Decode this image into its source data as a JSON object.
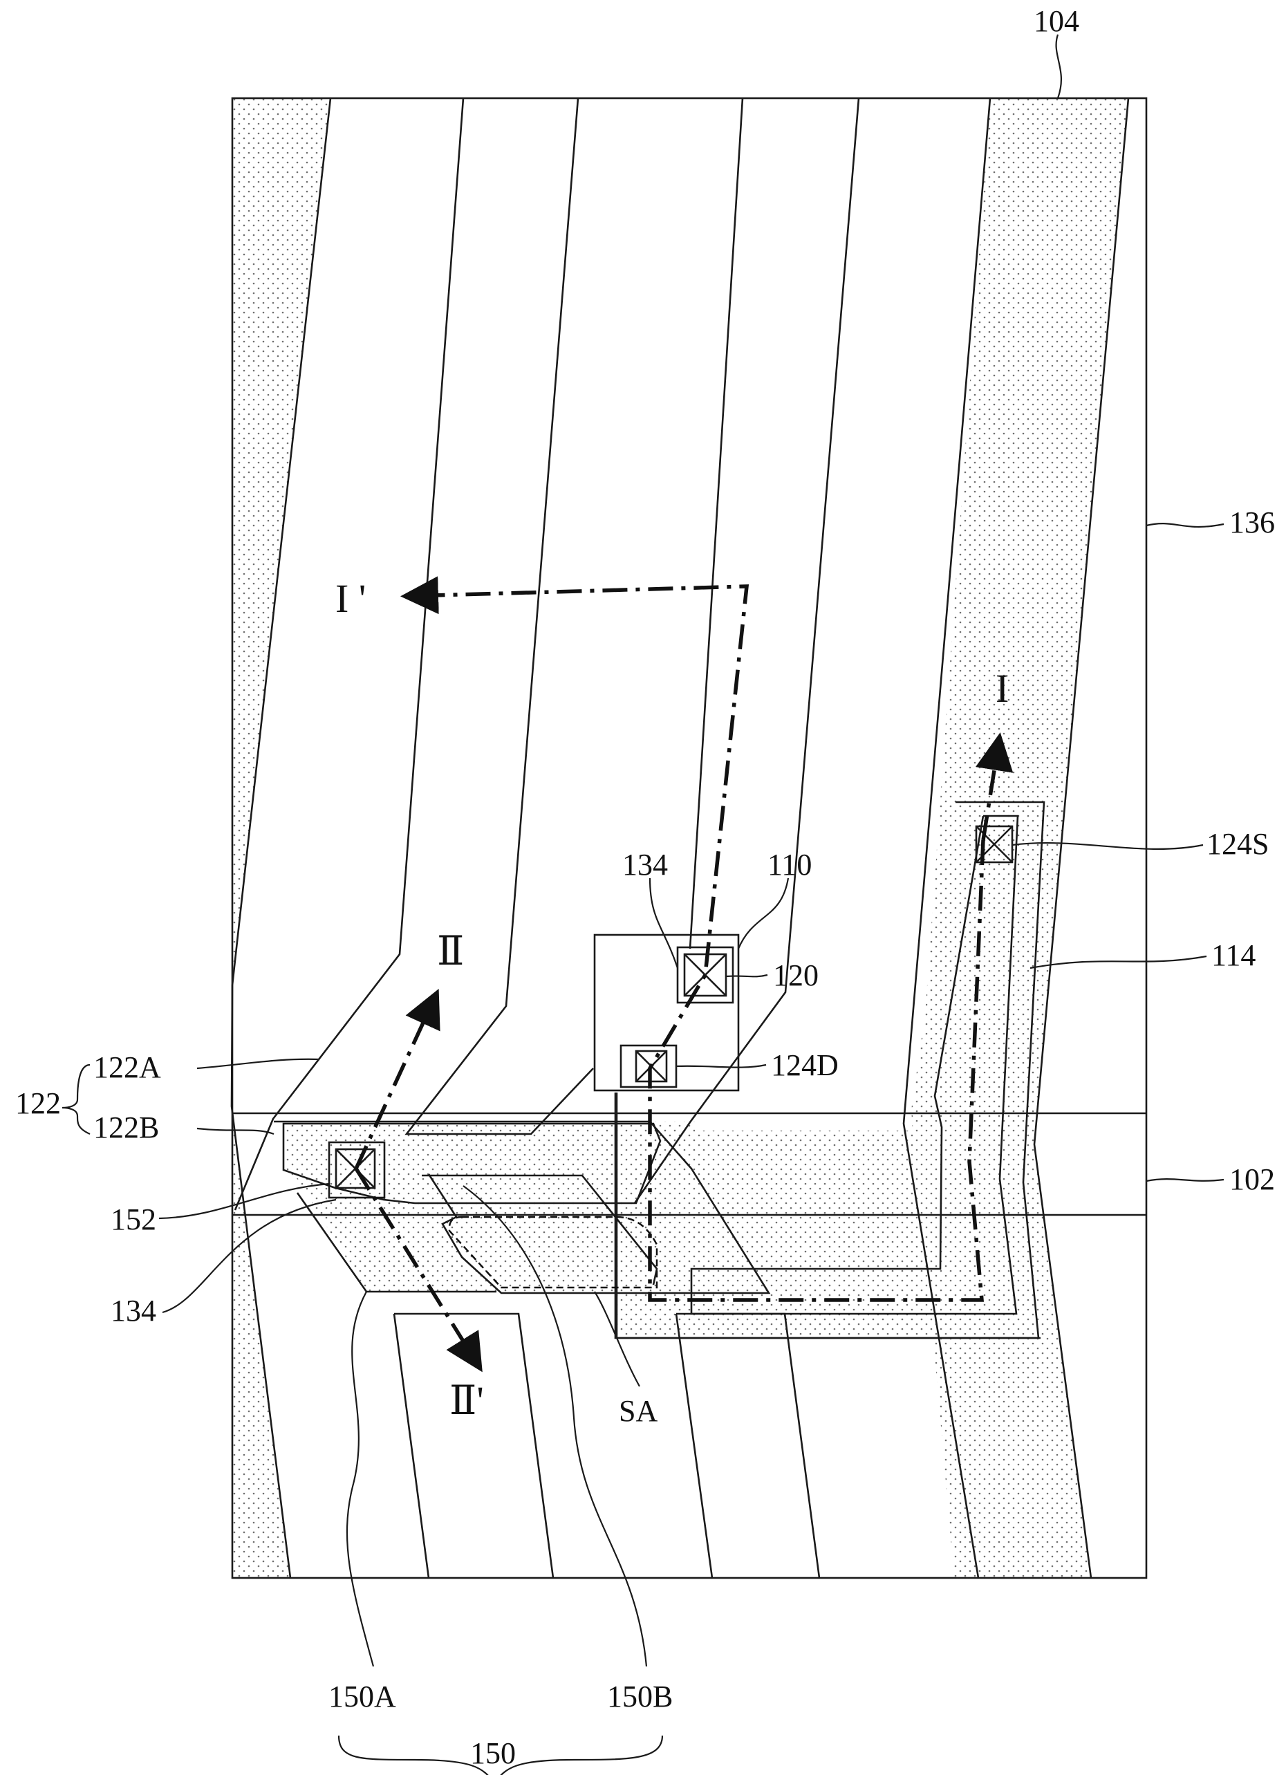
{
  "labels": {
    "l104": "104",
    "l136": "136",
    "l110": "110",
    "l134_top": "134",
    "l120": "120",
    "l124S": "124S",
    "l114": "114",
    "l124D": "124D",
    "l122": "122",
    "l122A": "122A",
    "l122B": "122B",
    "l102": "102",
    "l152": "152",
    "l134_bottom": "134",
    "lSA": "SA",
    "l150A": "150A",
    "l150B": "150B",
    "l150": "150"
  },
  "section_marks": {
    "I": "I",
    "I_prime": "I '",
    "II": "Ⅱ",
    "II_prime": "Ⅱ'"
  }
}
